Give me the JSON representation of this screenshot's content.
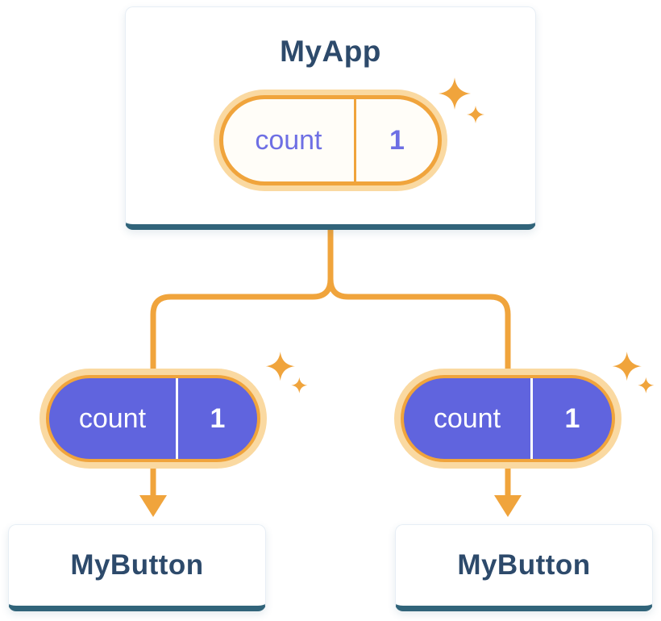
{
  "diagram": {
    "root": {
      "title": "MyApp",
      "state": {
        "key": "count",
        "value": "1"
      }
    },
    "children": [
      {
        "title": "MyButton",
        "prop": {
          "key": "count",
          "value": "1"
        }
      },
      {
        "title": "MyButton",
        "prop": {
          "key": "count",
          "value": "1"
        }
      }
    ]
  },
  "colors": {
    "orange": "#F0A43C",
    "orange-light": "#FAD9A1",
    "purple": "#6064DE",
    "purple-text": "#6E6FE4",
    "navy": "#2D4A6B",
    "edge": "#31647A",
    "card-border": "#E7EEF5",
    "pill-bg": "#FFFDF8",
    "card-bg": "#FFFFFF"
  }
}
